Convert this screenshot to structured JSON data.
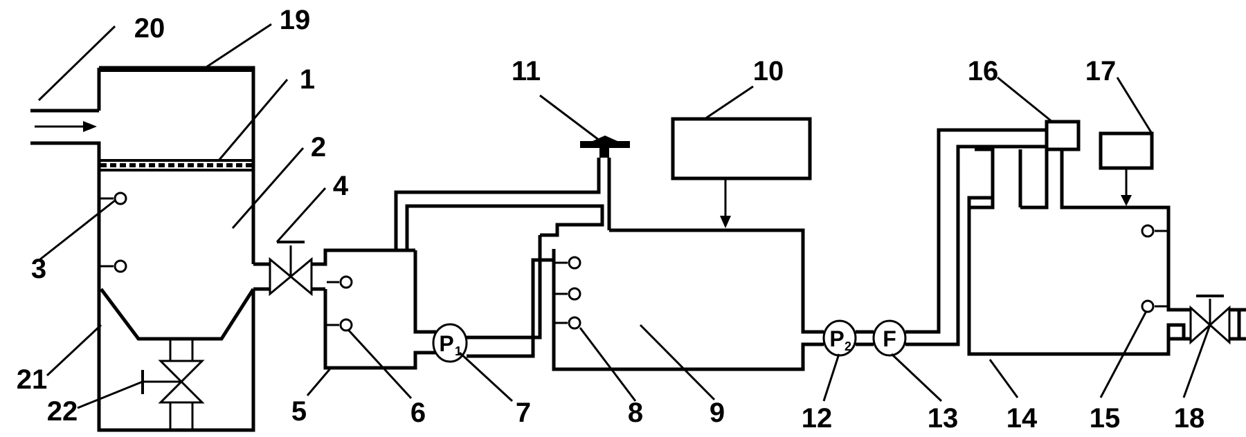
{
  "labels": {
    "n1": "1",
    "n2": "2",
    "n3": "3",
    "n4": "4",
    "n5": "5",
    "n6": "6",
    "n7": "7",
    "n8": "8",
    "n9": "9",
    "n10": "10",
    "n11": "11",
    "n12": "12",
    "n13": "13",
    "n14": "14",
    "n15": "15",
    "n16": "16",
    "n17": "17",
    "n18": "18",
    "n19": "19",
    "n20": "20",
    "n21": "21",
    "n22": "22"
  },
  "instruments": {
    "pump1_letter": "P",
    "pump1_sub": "1",
    "pump2_letter": "P",
    "pump2_sub": "2",
    "flowmeter_letter": "F"
  }
}
